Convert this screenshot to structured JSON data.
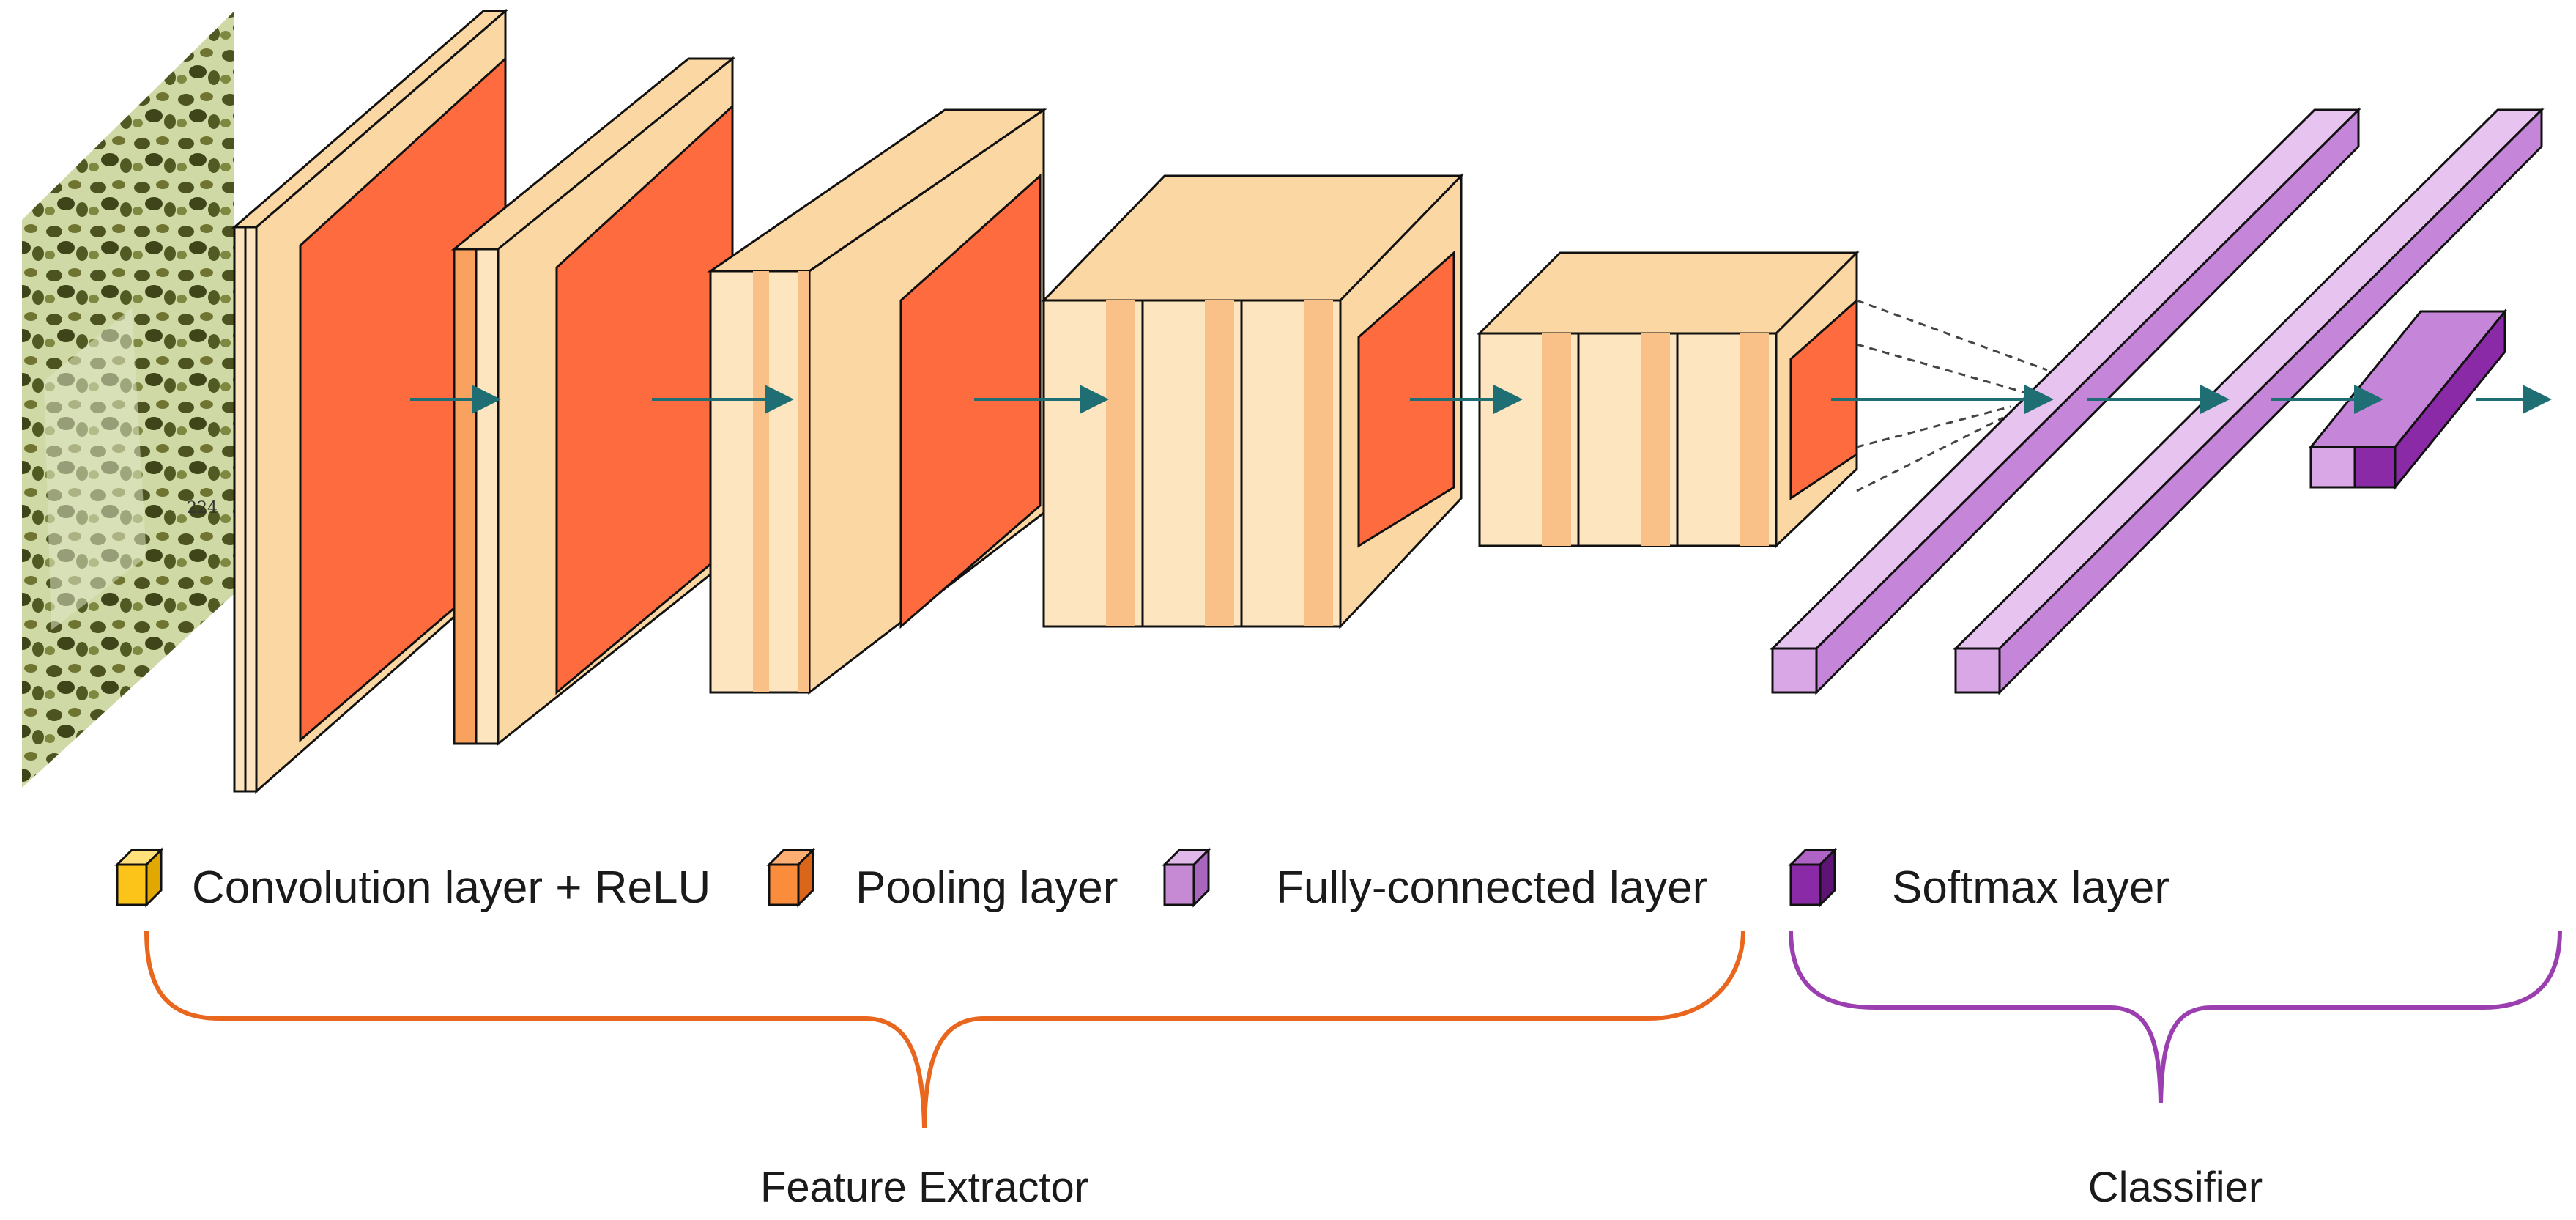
{
  "colors": {
    "conv": "#fde5bf",
    "conv_side": "#fbd7a3",
    "conv_stripe": "#f9c187",
    "pool": "#fd6b3f",
    "pool_dark": "#e24a22",
    "fc": "#d9a6e6",
    "fc_side": "#c585d8",
    "softmax": "#8a2aa6",
    "arrow": "#1f6e74",
    "brace_feature": "#e8661e",
    "brace_classifier": "#9b3fb0"
  },
  "input_image": {
    "size_label": "224"
  },
  "legend": {
    "conv": {
      "label": "Convolution layer + ReLU",
      "icon": "yellow-cube-icon",
      "color": "#fcc419"
    },
    "pool": {
      "label": "Pooling layer",
      "icon": "orange-cube-icon",
      "color": "#fb8c3c"
    },
    "fc": {
      "label": "Fully-connected layer",
      "icon": "lavender-cube-icon",
      "color": "#c58ad3"
    },
    "softmax": {
      "label": "Softmax layer",
      "icon": "purple-cube-icon",
      "color": "#8a2aa6"
    }
  },
  "groups": {
    "feature_extractor": "Feature Extractor",
    "classifier": "Classifier"
  }
}
